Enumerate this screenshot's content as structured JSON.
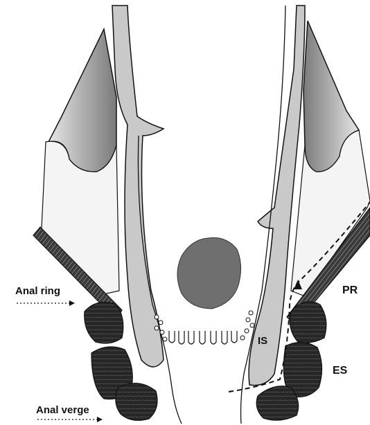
{
  "labels": {
    "anal_ring": "Anal ring",
    "anal_verge": "Anal verge",
    "pr": "PR",
    "es": "ES",
    "is": "IS"
  },
  "colors": {
    "muscle_dark": "#2b2b2b",
    "fossa_gray": "#8a8a8a",
    "tube_gray": "#c8c8c8",
    "lumen_mass": "#6f6f6f",
    "fat_light": "#f2f2f2",
    "outline": "#111111"
  }
}
